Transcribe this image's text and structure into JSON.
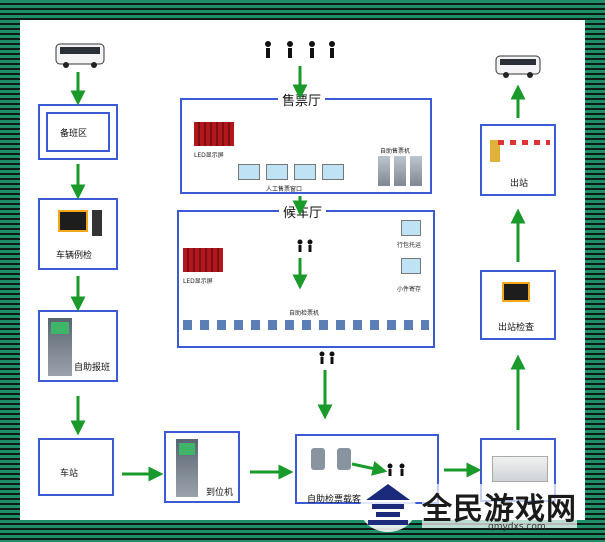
{
  "nodes": {
    "standby": "备班区",
    "inspection": "车辆例检",
    "self_report": "自助报班",
    "station": "车站",
    "arrival": "到位机",
    "self_ticket_check": "自助检票载客",
    "exit_check": "出站检查",
    "exit": "出站"
  },
  "ticket_hall": {
    "title": "售票厅",
    "led_label": "LED显示屏",
    "window_label": "人工售票窗口",
    "machine_label": "自助售票机"
  },
  "waiting_hall": {
    "title": "候车厅",
    "led_label": "LED显示屏",
    "luggage_label": "行包托运",
    "parcel_label": "小件寄存",
    "gate_label": "自助检票机"
  },
  "watermark": {
    "text": "全民游戏网",
    "url": "qmydxs.com"
  },
  "colors": {
    "border": "#3a5bd3",
    "arrow": "#1a9a2a",
    "frame": "#1f8f6a"
  }
}
